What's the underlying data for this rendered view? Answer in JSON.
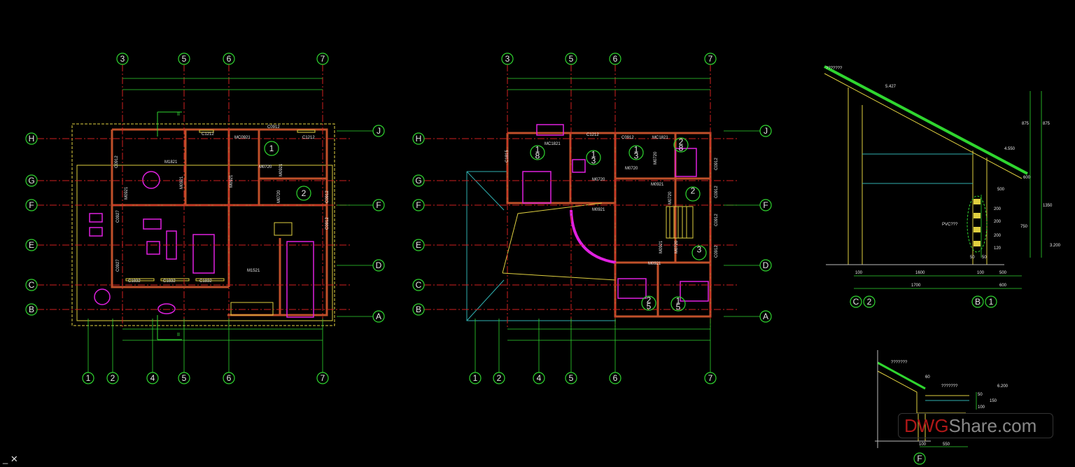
{
  "plan1": {
    "grid_top": [
      "3",
      "5",
      "6",
      "7"
    ],
    "grid_bottom": [
      "1",
      "2",
      "4",
      "5",
      "6",
      "7"
    ],
    "grid_left": [
      "H",
      "G",
      "F",
      "E",
      "C",
      "B"
    ],
    "grid_right": [
      "J",
      "F",
      "D",
      "A"
    ],
    "section_mark": "II",
    "tags": [
      "C1212",
      "MC0921",
      "C0912",
      "C1212",
      "M1821",
      "C0912",
      "M0921",
      "M0921",
      "M0921",
      "M0720",
      "M0921",
      "M0720",
      "C0912",
      "C0912",
      "C0927",
      "C0927",
      "C1832",
      "C1832",
      "C1832",
      "M1521"
    ],
    "room_numbers": [
      "1",
      "2"
    ]
  },
  "plan2": {
    "grid_top": [
      "3",
      "5",
      "6",
      "7"
    ],
    "grid_bottom": [
      "1",
      "2",
      "4",
      "5",
      "6",
      "7"
    ],
    "grid_left": [
      "H",
      "G",
      "F",
      "E",
      "C",
      "B"
    ],
    "grid_right": [
      "J",
      "F",
      "D",
      "A"
    ],
    "tags": [
      "MC1821",
      "C1212",
      "C0912",
      "MC1821",
      "C1815",
      "M0720",
      "M0720",
      "M0720",
      "M0921",
      "M0720",
      "M0921",
      "C0912",
      "C0912",
      "C0912",
      "C0912",
      "M0921",
      "M0720",
      "M0921"
    ],
    "room_numbers": [
      [
        "1",
        "8"
      ],
      [
        "1",
        "3"
      ],
      [
        "1",
        "3"
      ],
      [
        "2",
        "8"
      ],
      [
        "2",
        ""
      ],
      [
        "3",
        ""
      ],
      [
        "2",
        "5"
      ],
      [
        "1",
        "5"
      ]
    ]
  },
  "section": {
    "material_note": "???????",
    "elev_top": "5.427",
    "elev_mid": "4.550",
    "elev_low": "3.200",
    "vert_dims": [
      "875",
      "875",
      "600",
      "1350",
      "750"
    ],
    "vent_dims": [
      "200",
      "200",
      "200",
      "120"
    ],
    "vent_width": [
      "50",
      "50"
    ],
    "overhang": "500",
    "vent_note": "PVC???",
    "horiz_dims_1": [
      "100",
      "1600",
      "100",
      "500"
    ],
    "horiz_dims_2": [
      "1700",
      "600"
    ],
    "axes": [
      "C",
      "2",
      "B",
      "1"
    ]
  },
  "detail": {
    "note_1": "???????",
    "note_2": "???????",
    "dim_slope": "60",
    "elevation": "6.200",
    "vert_dims": [
      "50",
      "100",
      "150"
    ],
    "horiz_dims": [
      "100",
      "550"
    ],
    "axis": "F"
  },
  "watermark": {
    "prefix": "DWG",
    "suffix": "Share.com"
  },
  "colors": {
    "background": "#000000",
    "axis": "#d02020",
    "wall": "#c0502a",
    "furniture": "#e020e0",
    "annotation": "#2fd62f",
    "window": "#e0d040"
  }
}
